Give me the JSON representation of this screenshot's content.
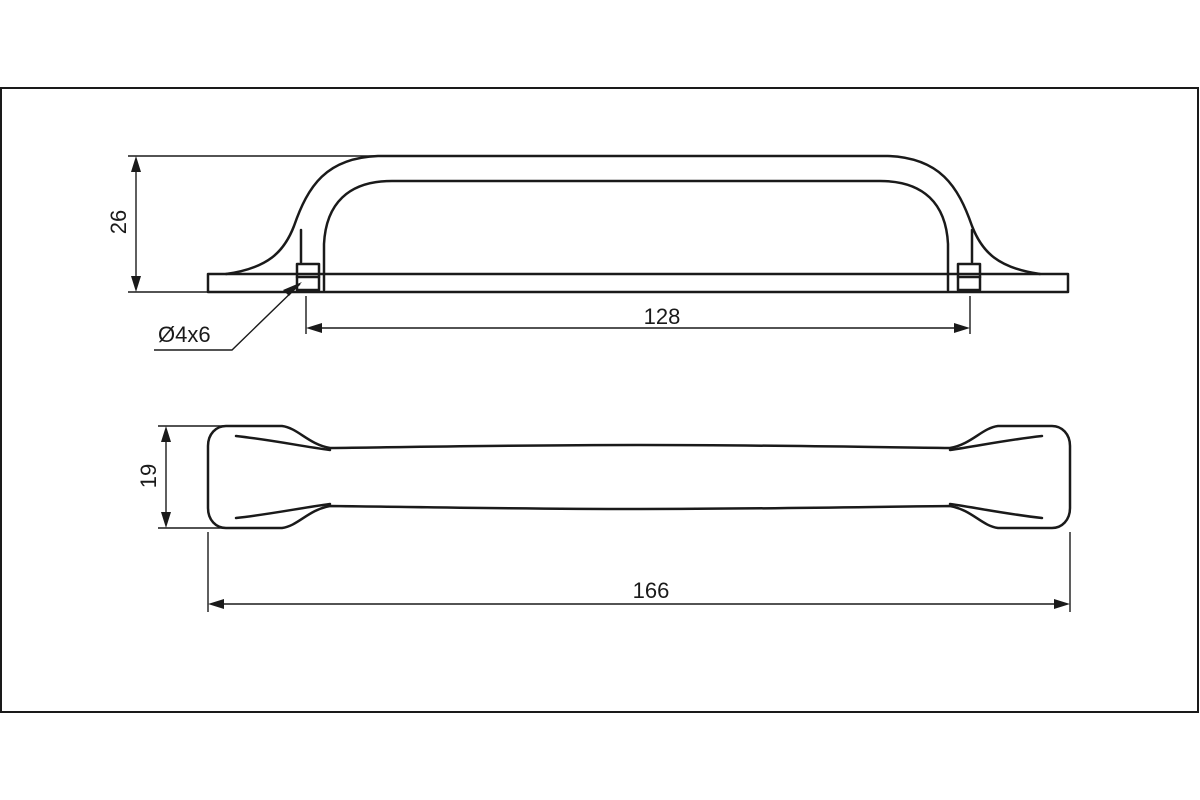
{
  "dimensions": {
    "height": "26",
    "hole_spacing": "128",
    "hole": "Ø4x6",
    "width": "19",
    "length": "166"
  }
}
